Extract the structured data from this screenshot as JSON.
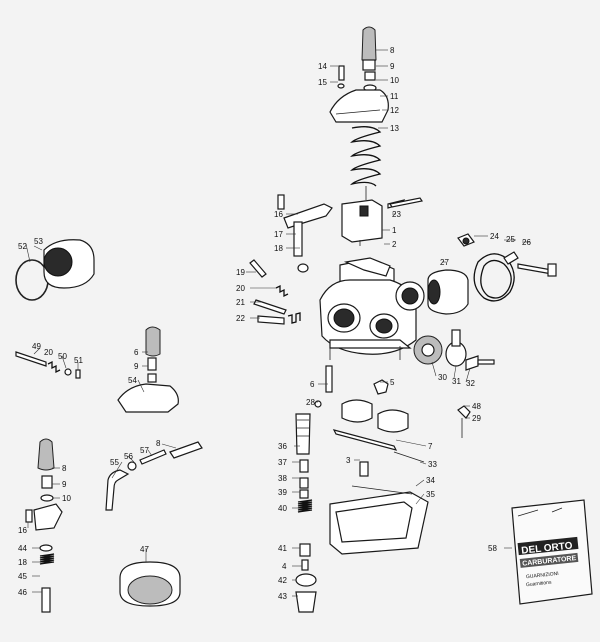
{
  "diagram": {
    "labels": {
      "p1": "1",
      "p2": "2",
      "p3": "3",
      "p4": "4",
      "p5": "5",
      "p6": "6",
      "p7": "7",
      "p8": "8",
      "p9": "9",
      "p10": "10",
      "p11": "11",
      "p12": "12",
      "p13": "13",
      "p14": "14",
      "p15": "15",
      "p16": "16",
      "p17": "17",
      "p18": "18",
      "p19": "19",
      "p20": "20",
      "p21": "21",
      "p22": "22",
      "p23": "23",
      "p24": "24",
      "p25": "25",
      "p26": "26",
      "p27": "27",
      "p28": "28",
      "p29": "29",
      "p30": "30",
      "p31": "31",
      "p32": "32",
      "p33": "33",
      "p34": "34",
      "p35": "35",
      "p36": "36",
      "p37": "37",
      "p38": "38",
      "p39": "39",
      "p40": "40",
      "p41": "41",
      "p42": "42",
      "p43": "43",
      "p44": "44",
      "p45": "45",
      "p46": "46",
      "p47": "47",
      "p48": "48",
      "p49": "49",
      "p50": "50",
      "p51": "51",
      "p52": "52",
      "p53": "53",
      "p54": "54",
      "p55": "55",
      "p56": "56",
      "p57": "57",
      "p58": "58"
    },
    "packet": {
      "brand": "DEL ORTO",
      "product": "CARBURATORE",
      "line1": "GUARNIZIONI",
      "line2": "Guarnitions"
    }
  }
}
